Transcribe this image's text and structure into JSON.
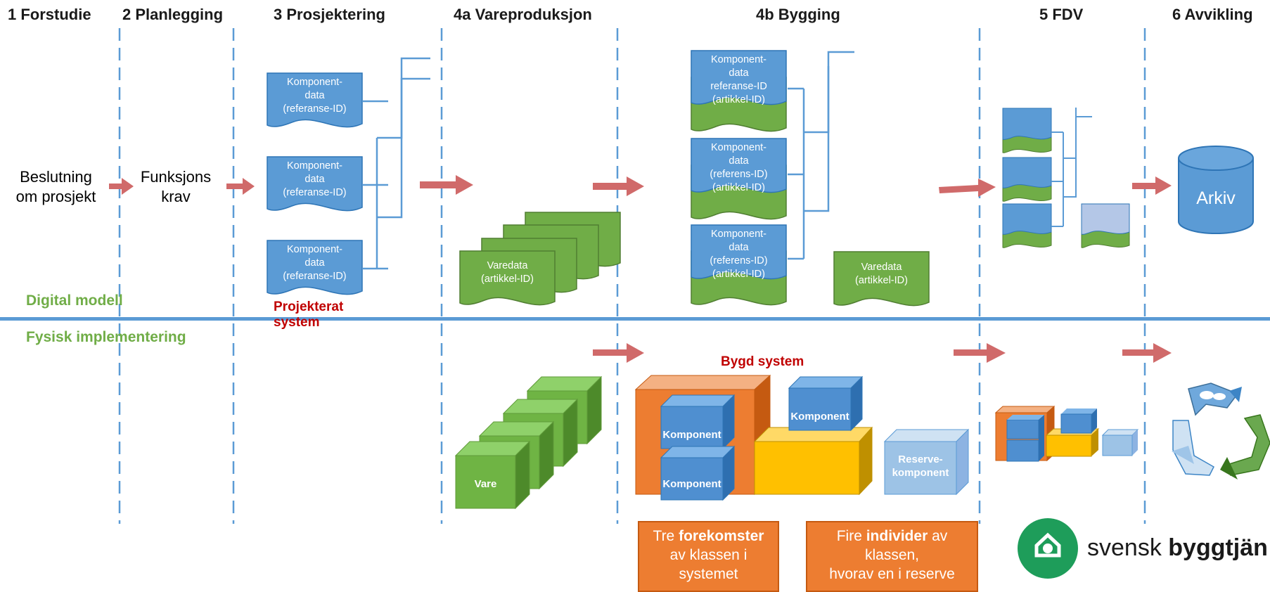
{
  "phases": {
    "p1": "1 Forstudie",
    "p2": "2 Planlegging",
    "p3": "3 Prosjektering",
    "p4a": "4a Vareproduksjon",
    "p4b": "4b Bygging",
    "p5": "5 FDV",
    "p6": "6 Avvikling"
  },
  "forstudie": {
    "line1": "Beslutning",
    "line2": "om prosjekt"
  },
  "planlegging": {
    "line1": "Funksjons",
    "line2": "krav"
  },
  "prosjektering": {
    "doc1": {
      "l1": "Komponent-",
      "l2": "data",
      "l3": "(referanse-ID)"
    },
    "doc2": {
      "l1": "Komponent-",
      "l2": "data",
      "l3": "(referanse-ID)"
    },
    "doc3": {
      "l1": "Komponent-",
      "l2": "data",
      "l3": "(referanse-ID)"
    },
    "system_label_1": "Projekterat",
    "system_label_2": "system"
  },
  "vareproduksjon": {
    "varedata_l1": "Varedata",
    "varedata_l2": "(artikkel-ID)",
    "vare_label": "Vare"
  },
  "bygging": {
    "doc1": {
      "l1": "Komponent-",
      "l2": "data",
      "l3": "referanse-ID",
      "l4": "(artikkel-ID)"
    },
    "doc2": {
      "l1": "Komponent-",
      "l2": "data",
      "l3": "(referens-ID)",
      "l4": "(artikkel-ID)"
    },
    "doc3": {
      "l1": "Komponent-",
      "l2": "data",
      "l3": "(referens-ID)",
      "l4": "(artikkel-ID)"
    },
    "varedata_l1": "Varedata",
    "varedata_l2": "(artikkel-ID)",
    "bygd_system": "Bygd system",
    "komponent_a": "Komponent",
    "komponent_b": "Komponent",
    "komponent_c": "Komponent",
    "reserve_l1": "Reserve-",
    "reserve_l2": "komponent",
    "box1": {
      "l1_pre": "Tre ",
      "l1_bold": "forekomster",
      "l2": "av klassen i",
      "l3": "systemet"
    },
    "box2": {
      "l1_pre": "Fire ",
      "l1_bold": "individer",
      "l1_post": " av",
      "l2": "klassen,",
      "l3": "hvorav  en i reserve"
    }
  },
  "avvikling": {
    "arkiv": "Arkiv"
  },
  "sections": {
    "digital": "Digital modell",
    "fysisk": "Fysisk implementering"
  },
  "logo": {
    "part1": "svensk ",
    "part2": "byggtjän"
  },
  "colors": {
    "blue": "#5b9bd5",
    "green": "#70ad47",
    "orange": "#ed7d31",
    "yellow": "#ffc000",
    "arrow": "#d06a6a",
    "red_text": "#c00000",
    "divider": "#5b9bd5",
    "logo_green": "#1e9d5a"
  }
}
